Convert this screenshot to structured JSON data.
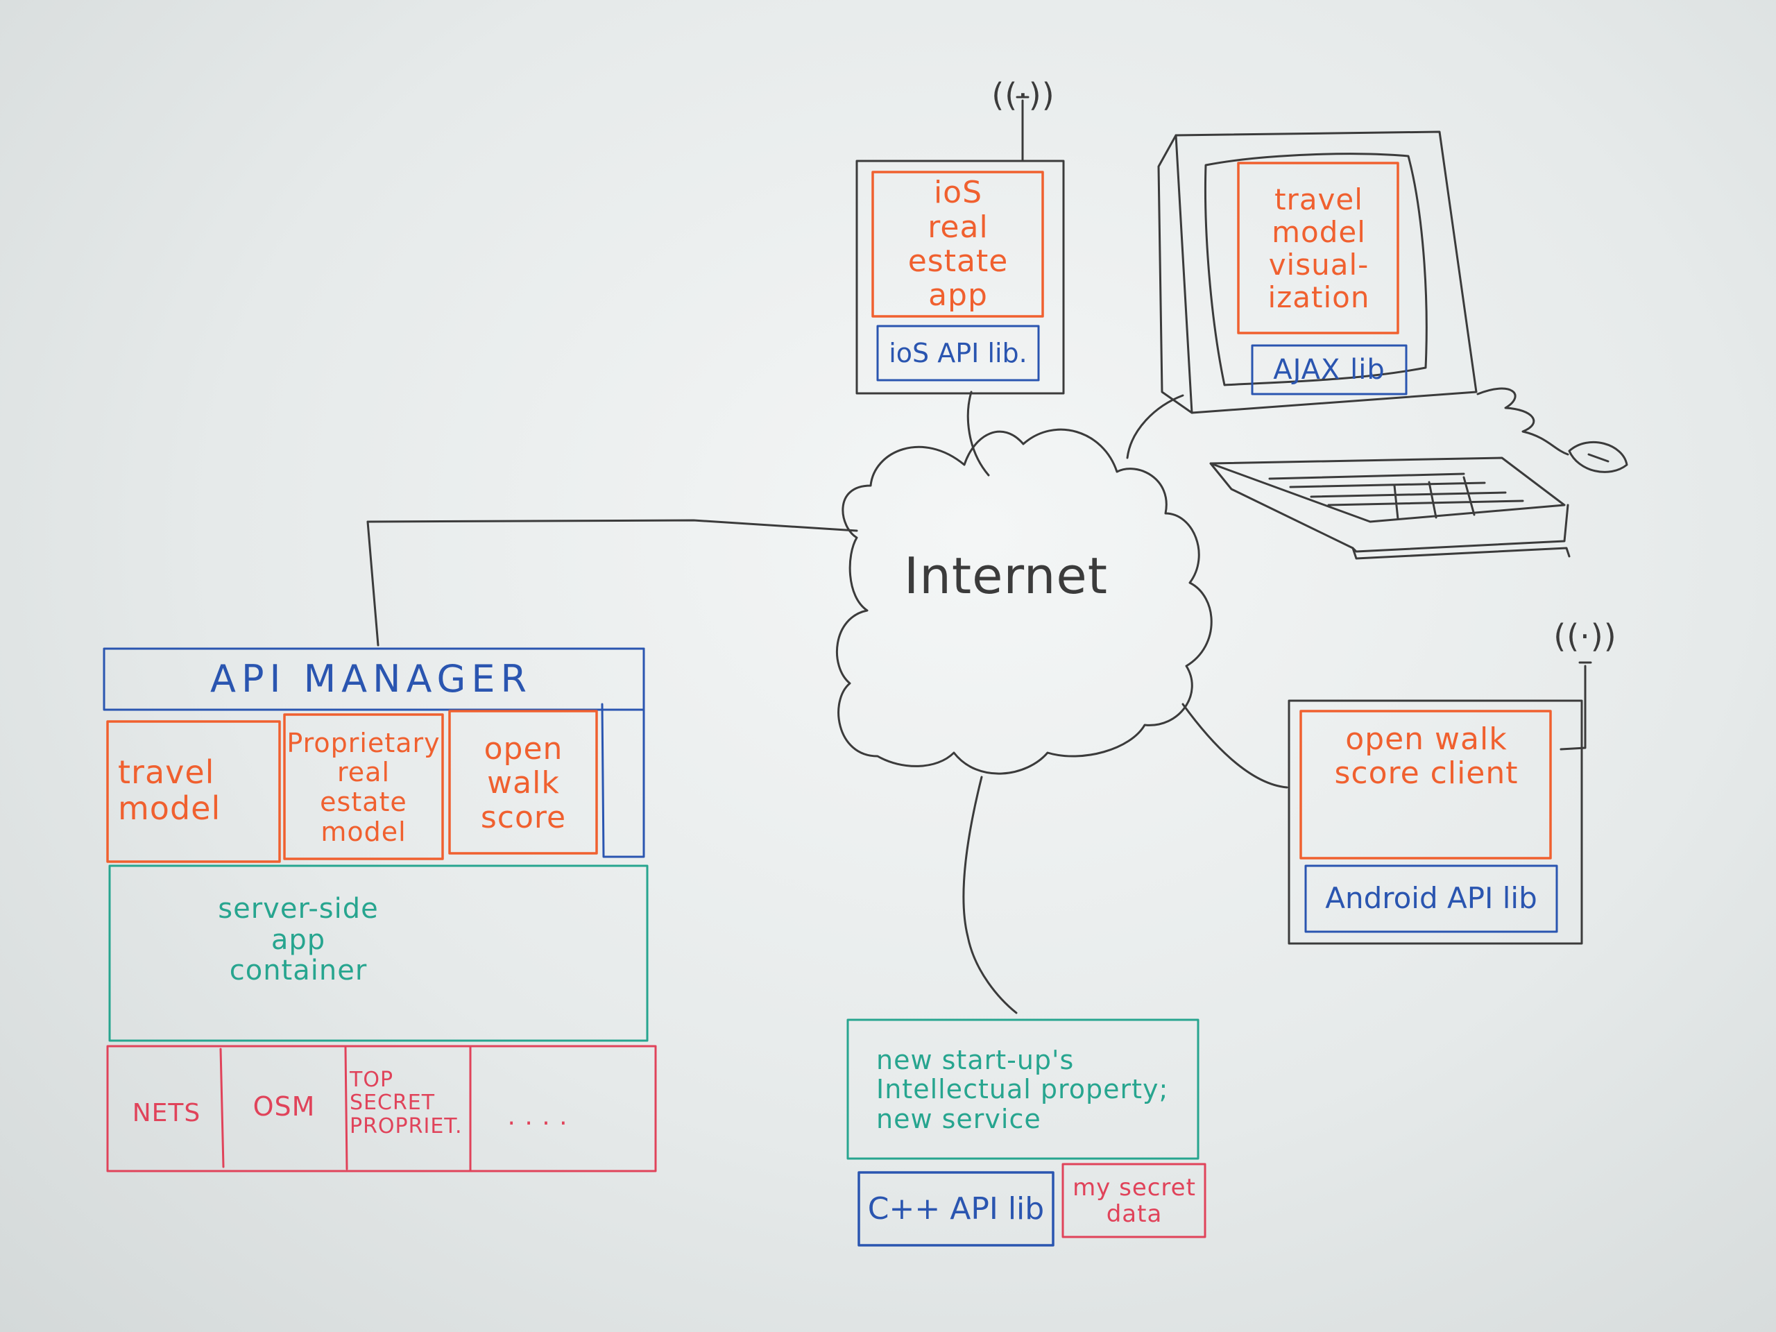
{
  "cloud_label": "Internet",
  "api_manager": {
    "title": "API MANAGER",
    "modules": [
      [
        "travel",
        "model"
      ],
      [
        "Proprietary",
        "real",
        "estate",
        "model"
      ],
      [
        "open",
        "walk",
        "score"
      ]
    ],
    "container": [
      "server-side",
      "app",
      "container"
    ],
    "data_sources": [
      [
        "NETS"
      ],
      [
        "OSM"
      ],
      [
        "TOP",
        "SECRET",
        "PROPRIET."
      ],
      [
        ". . . ."
      ]
    ]
  },
  "ios_phone": {
    "app": [
      "ioS",
      "real estate",
      "app"
    ],
    "lib": "ioS API lib."
  },
  "desktop": {
    "app": [
      "travel",
      "model",
      "visual-",
      "ization"
    ],
    "lib": "AJAX lib"
  },
  "android_phone": {
    "app": [
      "open walk",
      "score client"
    ],
    "lib": "Android API lib"
  },
  "startup": {
    "service": [
      "new start-up's",
      "Intellectual property;",
      "new service"
    ],
    "lib": "C++ API lib",
    "data": [
      "my secret",
      "data"
    ]
  },
  "antenna_label": "((·))",
  "colors": {
    "ink": "#3b3b3b",
    "orange": "#f0602f",
    "blue": "#2a55b0",
    "teal": "#27a58f",
    "pink": "#e0435a"
  }
}
